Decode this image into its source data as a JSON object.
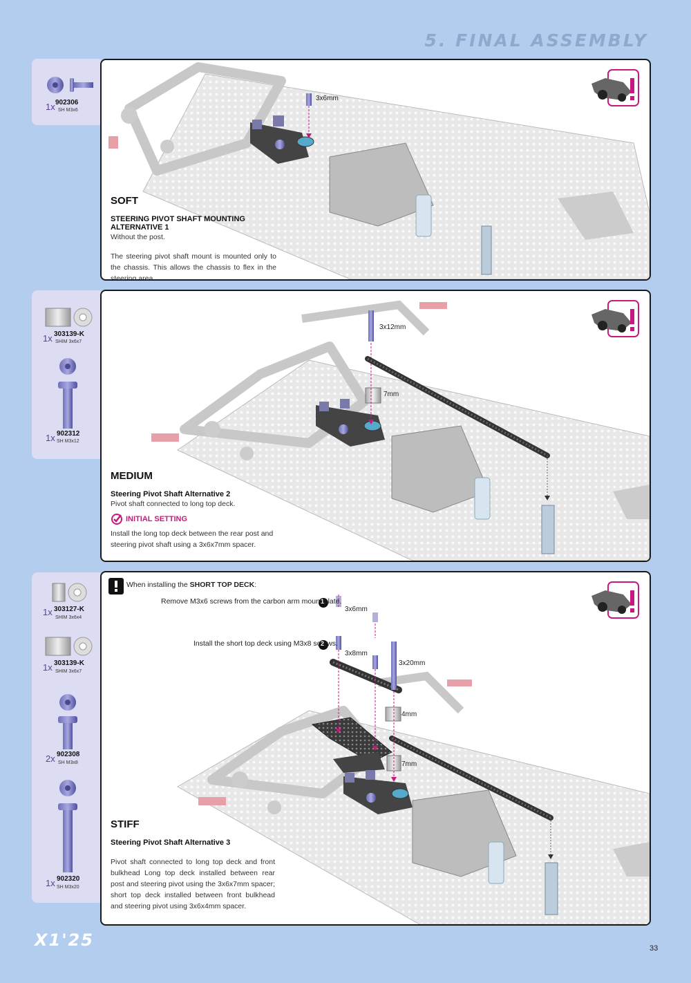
{
  "header": {
    "title": "5. FINAL ASSEMBLY"
  },
  "footer": {
    "logo": "X1'25",
    "page": "33"
  },
  "sections": [
    {
      "title": "SOFT",
      "subtitle": "STEERING PIVOT SHAFT MOUNTING ALTERNATIVE 1",
      "line1": "Without the post.",
      "desc": "The steering pivot shaft mount is mounted only to the chassis. This allows the chassis to flex  in the steering area",
      "labels": {
        "screw": "3x6mm"
      },
      "parts": [
        {
          "qty": "1x",
          "number": "902306",
          "desc": "SH M3x6"
        }
      ]
    },
    {
      "title": "MEDIUM",
      "subtitle": "Steering Pivot Shaft Alternative 2",
      "line1": "Pivot shaft connected to long top deck.",
      "initial": "INITIAL SETTING",
      "desc": "Install the long top deck between the rear post and steering pivot shaft using a 3x6x7mm spacer.",
      "labels": {
        "screw": "3x12mm",
        "spacer": "7mm"
      },
      "parts": [
        {
          "qty": "1x",
          "number": "303139-K",
          "desc": "SHIM 3x6x7"
        },
        {
          "qty": "1x",
          "number": "902312",
          "desc": "SH M3x12"
        }
      ]
    },
    {
      "title": "STIFF",
      "subtitle": "Steering Pivot Shaft Alternative 3",
      "desc": "Pivot shaft connected to long top deck and front bulkhead Long top deck installed between rear post and steering pivot using the 3x6x7mm spacer; short top deck installed between front bulkhead and steering pivot using 3x6x4mm spacer.",
      "note_prefix": "When installing the",
      "note_bold": "SHORT TOP DECK",
      "note_suffix": ":",
      "step1": "Remove M3x6 screws from the carbon arm mount plate.",
      "step2": "Install the short top deck using M3x8 screws.",
      "step1_num": "1",
      "step2_num": "2",
      "labels": {
        "s6": "3x6mm",
        "s8": "3x8mm",
        "s20": "3x20mm",
        "sp4": "4mm",
        "sp7": "7mm"
      },
      "parts": [
        {
          "qty": "1x",
          "number": "303127-K",
          "desc": "SHIM 3x6x4"
        },
        {
          "qty": "1x",
          "number": "303139-K",
          "desc": "SHIM 3x6x7"
        },
        {
          "qty": "2x",
          "number": "902308",
          "desc": "SH M3x8"
        },
        {
          "qty": "1x",
          "number": "902320",
          "desc": "SH M3x20"
        }
      ]
    }
  ]
}
